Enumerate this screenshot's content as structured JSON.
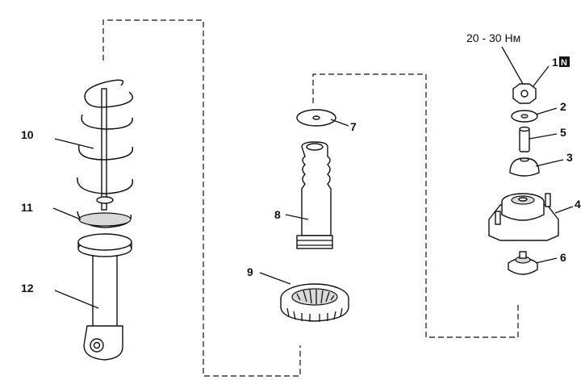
{
  "torque_spec": "20 - 30 Нм",
  "badge_letter": "N",
  "labels": {
    "p1": "1",
    "p2": "2",
    "p3": "3",
    "p4": "4",
    "p5": "5",
    "p6": "6",
    "p7": "7",
    "p8": "8",
    "p9": "9",
    "p10": "10",
    "p11": "11",
    "p12": "12"
  }
}
